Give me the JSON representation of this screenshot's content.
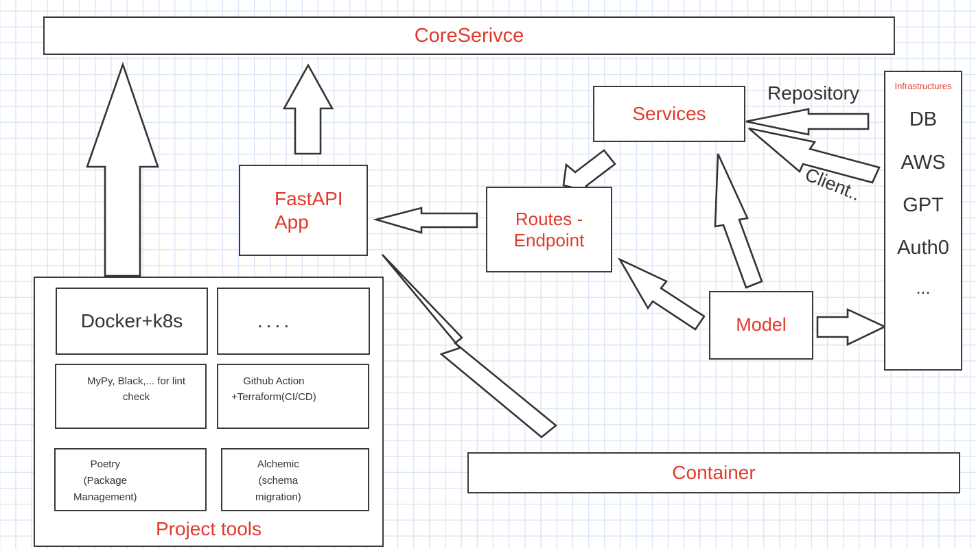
{
  "diagram": {
    "title": "CoreSerivce",
    "accent_color": "#e03a2b",
    "stroke_color": "#3a3a3a",
    "grid_color": "#dce7f7"
  },
  "nodes": {
    "core_service": {
      "label": "CoreSerivce"
    },
    "fastapi_app": {
      "line1": "FastAPI",
      "line2": "App"
    },
    "services": {
      "label": "Services"
    },
    "routes": {
      "line1": "Routes -",
      "line2": "Endpoint"
    },
    "model": {
      "label": "Model"
    },
    "container": {
      "label": "Container"
    }
  },
  "infrastructures": {
    "title": "Infrastructures",
    "items": [
      "DB",
      "AWS",
      "GPT",
      "Auth0",
      "..."
    ]
  },
  "project_tools": {
    "title": "Project tools",
    "boxes": [
      {
        "name": "docker",
        "text": "Docker+k8s"
      },
      {
        "name": "more",
        "text": "...."
      },
      {
        "name": "lint",
        "text": "MyPy, Black,... for lint check"
      },
      {
        "name": "ci-cd",
        "line1": "Github Action",
        "line2": "+Terraform(CI/CD)"
      },
      {
        "name": "poetry",
        "line1": "Poetry",
        "line2": "(Package",
        "line3": "Management)"
      },
      {
        "name": "alembic",
        "line1": "Alchemic",
        "line2": "(schema",
        "line3": "migration)"
      }
    ]
  },
  "edge_labels": {
    "repository": "Repository",
    "client": "Client.."
  },
  "arrows": [
    {
      "name": "project-tools-to-core-service",
      "direction": "up",
      "style": "block"
    },
    {
      "name": "fastapi-app-to-core-service",
      "direction": "up",
      "style": "block"
    },
    {
      "name": "routes-to-fastapi-app",
      "direction": "left",
      "style": "block"
    },
    {
      "name": "services-to-routes",
      "direction": "down-left",
      "style": "block"
    },
    {
      "name": "repository-to-services",
      "direction": "left",
      "style": "block"
    },
    {
      "name": "client-to-services",
      "direction": "up-left",
      "style": "thin"
    },
    {
      "name": "model-to-services",
      "direction": "up",
      "style": "thin"
    },
    {
      "name": "model-to-routes",
      "direction": "up-left",
      "style": "thin"
    },
    {
      "name": "model-to-infrastructures",
      "direction": "right",
      "style": "block"
    },
    {
      "name": "container-to-fastapi-app",
      "direction": "up-left",
      "style": "thin"
    }
  ]
}
